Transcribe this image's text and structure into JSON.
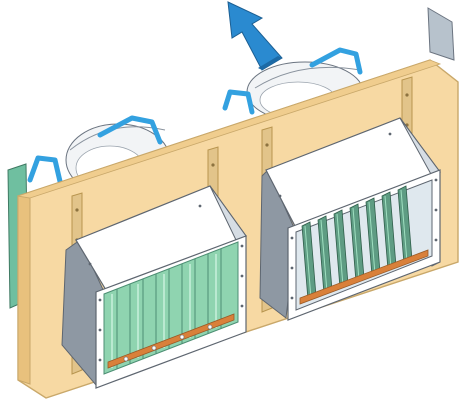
{
  "scene": {
    "colors": {
      "panel": "#f7d9a3",
      "panel_edge": "#c9a86a",
      "stud": "#e2c48a",
      "frame": "#ffffff",
      "frame_edge": "#5e6670",
      "frame_side": "#8e98a3",
      "frame_inner": "#d6dde4",
      "louver_green": "#8fd4b0",
      "louver_dark": "#4c8e73",
      "louver_open": "#5e9c83",
      "arrow": "#2a8ad0",
      "handle": "#33a1e0",
      "fan_housing": "#f2f4f6",
      "side_plate_left": "#6fbfa0",
      "side_plate_right": "#b7c2cc",
      "linkage": "#d9803a"
    },
    "icons": {
      "airflow_arrow": "airflow-direction-arrow",
      "fans": "axial-fan",
      "dampers": "louver-damper"
    },
    "damper_states": [
      "closed",
      "open"
    ]
  }
}
